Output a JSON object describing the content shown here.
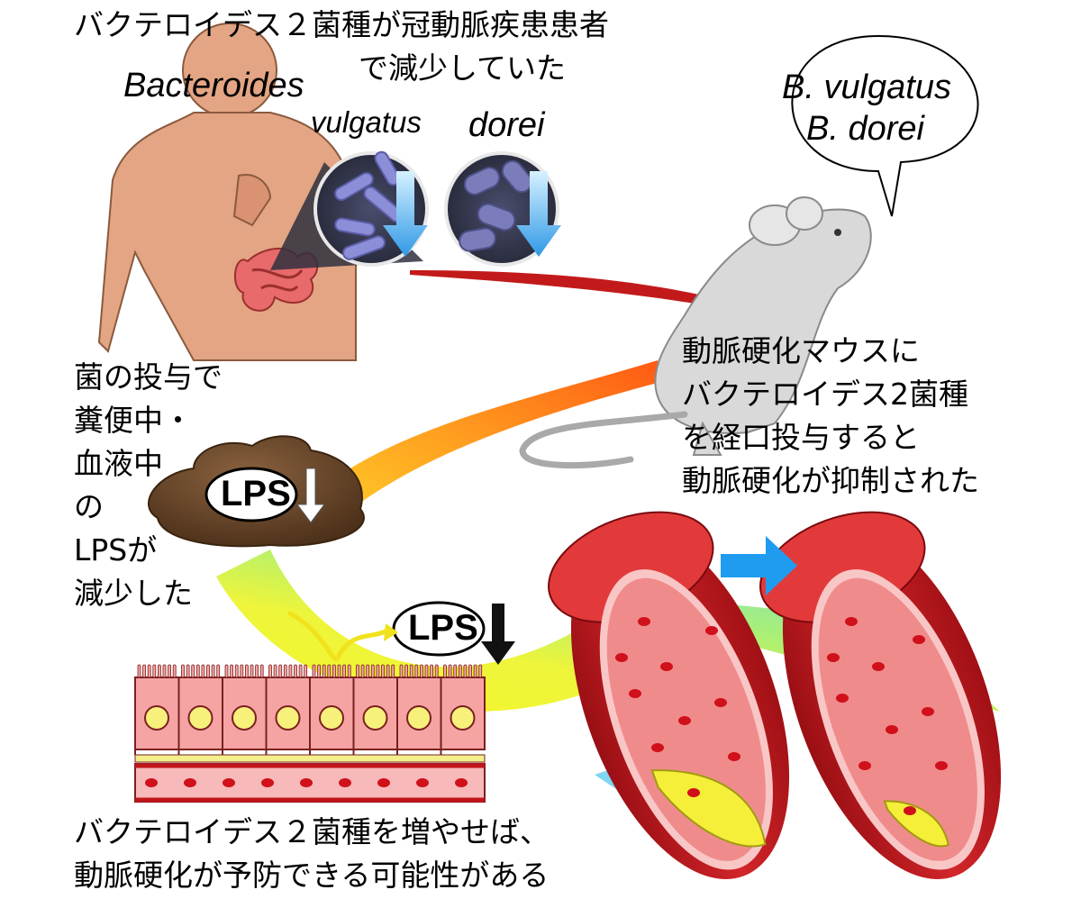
{
  "headline": {
    "line1": "バクテロイデス２菌種が冠動脈疾患患者",
    "line2": "で減少していた"
  },
  "bacteria": {
    "genus": "Bacteroides",
    "species1": "vulgatus",
    "species2": "dorei"
  },
  "speech_bubble": {
    "line1": "B. vulgatus",
    "line2": "B. dorei"
  },
  "mouse_text": {
    "line1": "動脈硬化マウスに",
    "line2": "バクテロイデス2菌種",
    "line3": "を経口投与すると",
    "line4": "動脈硬化が抑制された"
  },
  "left_text": {
    "line1": "菌の投与で",
    "line2": "糞便中・",
    "line3": "血液中",
    "line4": "の",
    "line5": "LPSが",
    "line6": "減少した"
  },
  "lps": {
    "feces_label": "LPS",
    "blood_label": "LPS"
  },
  "conclusion": {
    "line1": "バクテロイデス２菌種を増やせば、",
    "line2": "動脈硬化が予防できる可能性がある"
  },
  "colors": {
    "skin": "#e3a583",
    "skin_outline": "#8a5a3e",
    "bacteria_bg": "#3b3f58",
    "bacteria_rod": "#8c8ed8",
    "down_arrow_blue": "#4fb3f0",
    "mouse": "#d9d9d9",
    "feces": "#6e4a2a",
    "vessel_red": "#c8171e",
    "vessel_lumen": "#f08b8b",
    "plaque": "#f5ef3a",
    "gut_cell": "#f6a3a3",
    "nucleus": "#f7f07a",
    "blue_arrow": "#1f9cf0",
    "band_yellow": "#f6f42a",
    "band_cyan": "#8fe0f0"
  }
}
